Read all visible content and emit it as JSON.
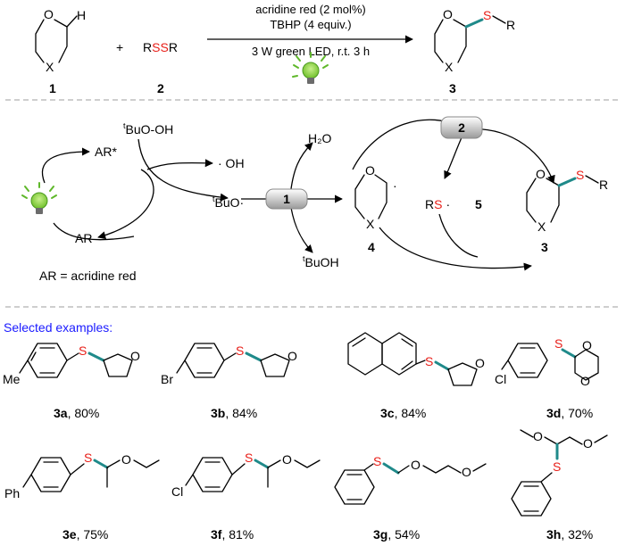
{
  "reaction": {
    "reagent_line1": "acridine red (2 mol%)",
    "reagent_line2": "TBHP (4 equiv.)",
    "condition_line": "3 W green LED, r.t. 3 h",
    "plus": "+",
    "sm1_num": "1",
    "sm2_num": "2",
    "prod_num": "3",
    "sm2_r1": "R",
    "sm2_ss": "SS",
    "sm2_r2": "R",
    "atom_o": "O",
    "atom_h": "H",
    "atom_x": "X",
    "atom_s": "S",
    "atom_r": "R"
  },
  "mechanism": {
    "ar_star": "AR*",
    "ar": "AR",
    "tbuooh": "BuO-OH",
    "oh": "· OH",
    "tbuo": "BuO·",
    "h2o": "H₂O",
    "tbuoh": "BuOH",
    "t_sup": "t",
    "step1": "1",
    "step2": "2",
    "radical_dot": "·",
    "rs_r": "R",
    "rs_s": "S",
    "rs_dot": "·",
    "num4": "4",
    "num5": "5",
    "num3": "3",
    "ar_def": "AR = acridine red"
  },
  "examples": {
    "heading": "Selected examples:",
    "items": [
      {
        "id": "3a",
        "yield": ", 80%",
        "sub": "Me"
      },
      {
        "id": "3b",
        "yield": ", 84%",
        "sub": "Br"
      },
      {
        "id": "3c",
        "yield": ", 84%",
        "sub": ""
      },
      {
        "id": "3d",
        "yield": ", 70%",
        "sub": "Cl"
      },
      {
        "id": "3e",
        "yield": ", 75%",
        "sub": "Ph"
      },
      {
        "id": "3f",
        "yield": ", 81%",
        "sub": "Cl"
      },
      {
        "id": "3g",
        "yield": ", 54%",
        "sub": ""
      },
      {
        "id": "3h",
        "yield": ", 32%",
        "sub": ""
      }
    ]
  },
  "colors": {
    "accent_bond": "#1f8a8a",
    "sulfur": "#e8201a",
    "heading": "#1a1aff"
  }
}
